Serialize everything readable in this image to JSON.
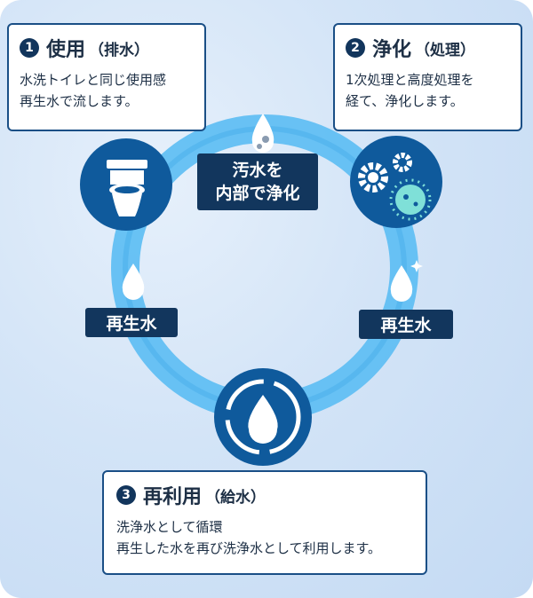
{
  "steps": [
    {
      "num": "1",
      "title": "使用",
      "sub": "（排水）",
      "lines": [
        "水洗トイレと同じ使用感",
        "再生水で流します。"
      ]
    },
    {
      "num": "2",
      "title": "浄化",
      "sub": "（処理）",
      "lines": [
        "1次処理と高度処理を",
        "経て、浄化します。"
      ]
    },
    {
      "num": "3",
      "title": "再利用",
      "sub": "（給水）",
      "lines": [
        "洗浄水として循環",
        "再生した水を再び洗浄水として利用します。"
      ]
    }
  ],
  "labels": {
    "purify": [
      "汚水を",
      "内部で浄化"
    ],
    "recycled_left": "再生水",
    "recycled_right": "再生水"
  },
  "colors": {
    "ring": "#5bbcf3",
    "circle": "#0f5a9c",
    "tag": "#12365d",
    "border": "#1a4f86"
  }
}
